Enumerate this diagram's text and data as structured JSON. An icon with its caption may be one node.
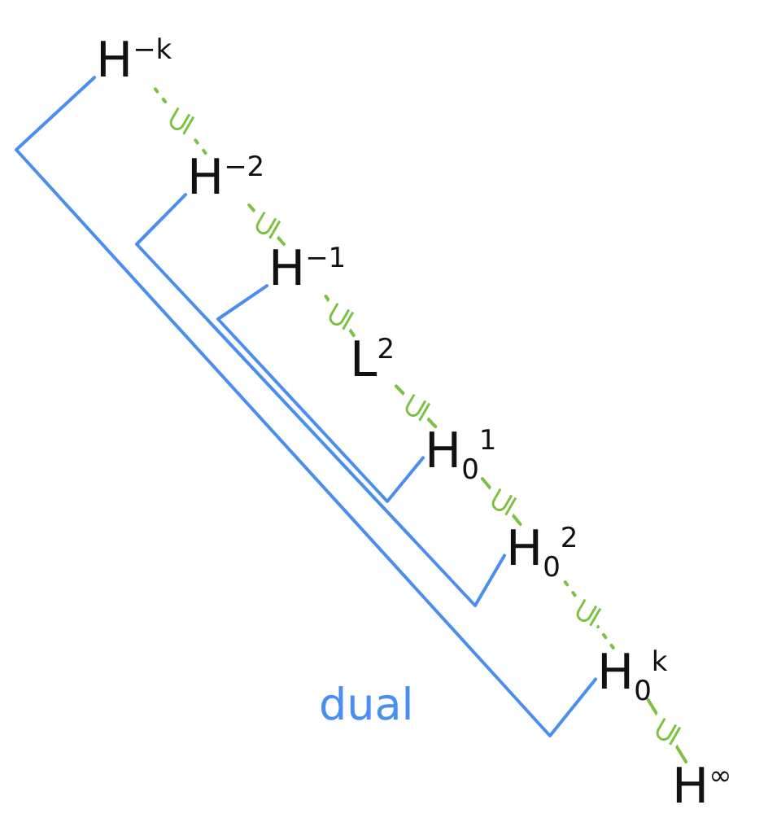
{
  "diagram": {
    "nodes": [
      {
        "text": [
          "H$^{−k}$"
        ]
      },
      {
        "text": [
          "H$^{−2}$"
        ]
      },
      {
        "text": [
          "H$^{−1}$"
        ]
      },
      {
        "text": [
          "L$^{2}$"
        ]
      },
      {
        "text": [
          "H$_{0}$$^{1}$"
        ]
      },
      {
        "text": [
          "H$_{0}$$^{2}$"
        ]
      },
      {
        "text": [
          "H$_{0}$$^{k}$"
        ]
      },
      {
        "text": [
          "H$^{∞}$"
        ]
      }
    ],
    "edges": [
      {
        "from": 1,
        "to": 0,
        "arrow": "none",
        "label": "⊆",
        "style": "dashed"
      },
      {
        "from": 2,
        "to": 1,
        "arrow": "none",
        "label": "⊆"
      },
      {
        "from": 3,
        "to": 2,
        "arrow": "none",
        "label": "⊆"
      },
      {
        "from": 4,
        "to": 3,
        "arrow": "none",
        "label": "⊆"
      },
      {
        "from": 5,
        "to": 4,
        "arrow": "none",
        "label": "⊆"
      },
      {
        "from": 6,
        "to": 5,
        "arrow": "none",
        "label": "⊆",
        "style": "dashed"
      },
      {
        "from": 7,
        "to": 6,
        "arrow": "none",
        "label": "⊆"
      },
      {
        "from": 0,
        "to": 6,
        "arrow": "none",
        "color": "#4a8ef0"
      },
      {
        "from": 1,
        "to": 5,
        "arrow": "none",
        "color": "#4a8ef0"
      },
      {
        "from": 2,
        "to": 4,
        "arrow": "none",
        "color": "#4a8ef0"
      }
    ],
    "labels": [
      "dual"
    ]
  }
}
